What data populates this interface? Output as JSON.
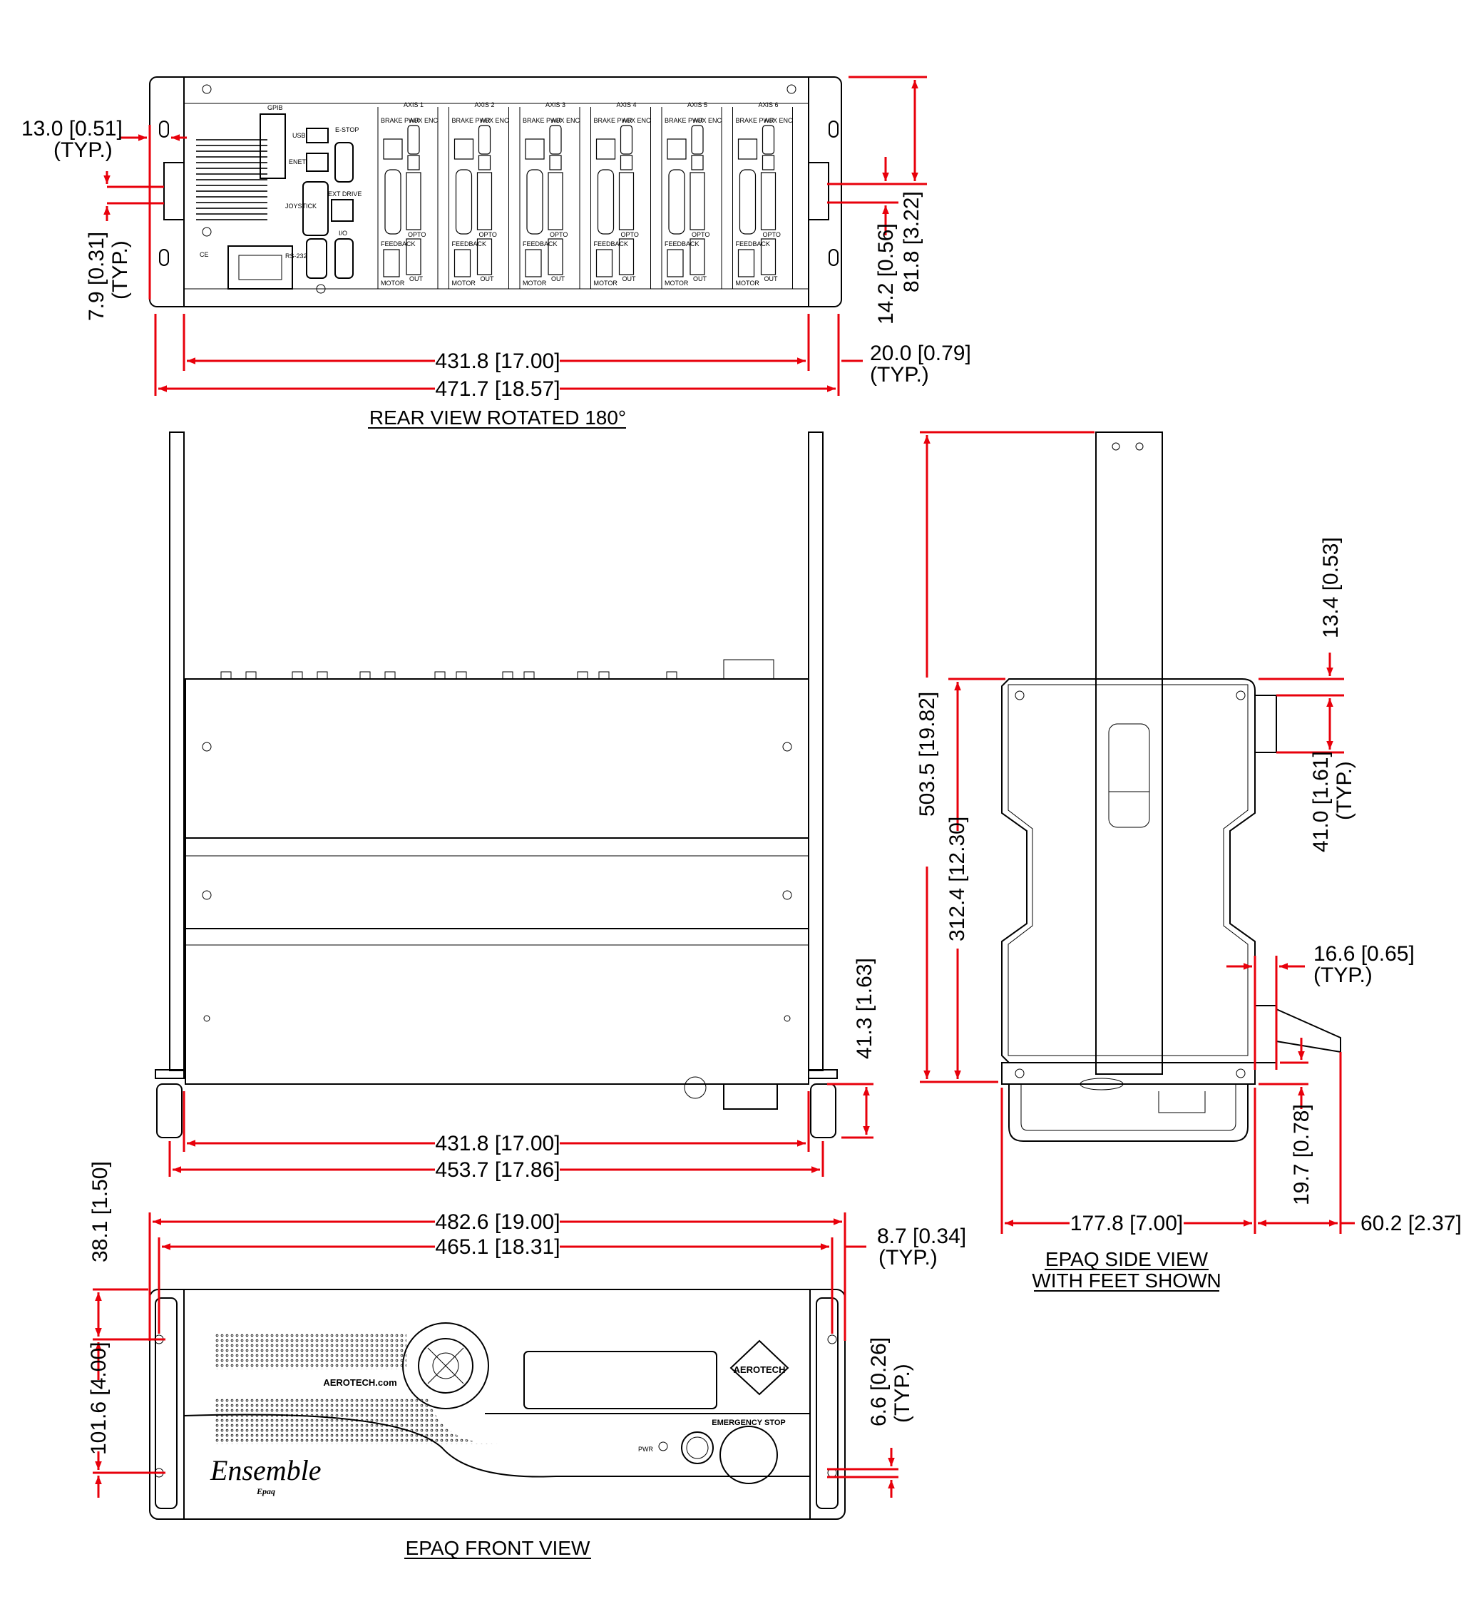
{
  "views": {
    "rear": {
      "caption": "REAR VIEW ROTATED 180°",
      "panel_labels": {
        "gpib": "GPIB",
        "usb": "USB",
        "enet": "ENET",
        "estop": "E-STOP",
        "ext_drive": "EXT DRIVE",
        "joystick": "JOYSTICK",
        "rs232": "RS-232",
        "iio": "I/O",
        "axes": [
          "AXIS 1",
          "AXIS 2",
          "AXIS 3",
          "AXIS 4",
          "AXIS 5",
          "AXIS 6"
        ],
        "brake": "BRAKE PWR",
        "aux_enc": "AUX ENC",
        "feedback": "FEEDBACK",
        "motor": "MOTOR",
        "opto": "OPTO",
        "out": "OUT",
        "ce": "CE"
      },
      "dims": {
        "d_13_0": "13.0 [0.51]",
        "d_13_0_typ": "(TYP.)",
        "d_7_9": "7.9 [0.31]",
        "d_7_9_typ": "(TYP.)",
        "d_14_2": "14.2 [0.56]",
        "d_81_8": "81.8 [3.22]",
        "d_431_8": "431.8 [17.00]",
        "d_471_7": "471.7 [18.57]",
        "d_20_0": "20.0 [0.79]",
        "d_20_0_typ": "(TYP.)"
      }
    },
    "top": {
      "dims": {
        "d_41_3": "41.3 [1.63]",
        "d_431_8": "431.8 [17.00]",
        "d_453_7": "453.7 [17.86]"
      }
    },
    "side": {
      "caption_1": "EPAQ SIDE VIEW",
      "caption_2": "WITH FEET SHOWN",
      "dims": {
        "d_503_5": "503.5 [19.82]",
        "d_312_4": "312.4 [12.30]",
        "d_13_4": "13.4 [0.53]",
        "d_41_0": "41.0 [1.61]",
        "d_41_0_typ": "(TYP.)",
        "d_16_6": "16.6 [0.65]",
        "d_16_6_typ": "(TYP.)",
        "d_19_7": "19.7 [0.78]",
        "d_177_8": "177.8 [7.00]",
        "d_60_2": "60.2 [2.37]"
      }
    },
    "front": {
      "caption": "EPAQ FRONT VIEW",
      "brand_url": "AEROTECH.com",
      "logo_text": "AEROTECH",
      "estop_label": "EMERGENCY STOP",
      "power_label": "PWR",
      "product_name": "Ensemble",
      "product_sub": "Epaq",
      "dims": {
        "d_482_6": "482.6 [19.00]",
        "d_465_1": "465.1 [18.31]",
        "d_8_7": "8.7 [0.34]",
        "d_8_7_typ": "(TYP.)",
        "d_38_1": "38.1 [1.50]",
        "d_101_6": "101.6 [4.00]",
        "d_6_6": "6.6 [0.26]",
        "d_6_6_typ": "(TYP.)"
      }
    }
  },
  "colors": {
    "dimension_line": "#e8000b",
    "outline": "#000000",
    "background": "#ffffff"
  }
}
